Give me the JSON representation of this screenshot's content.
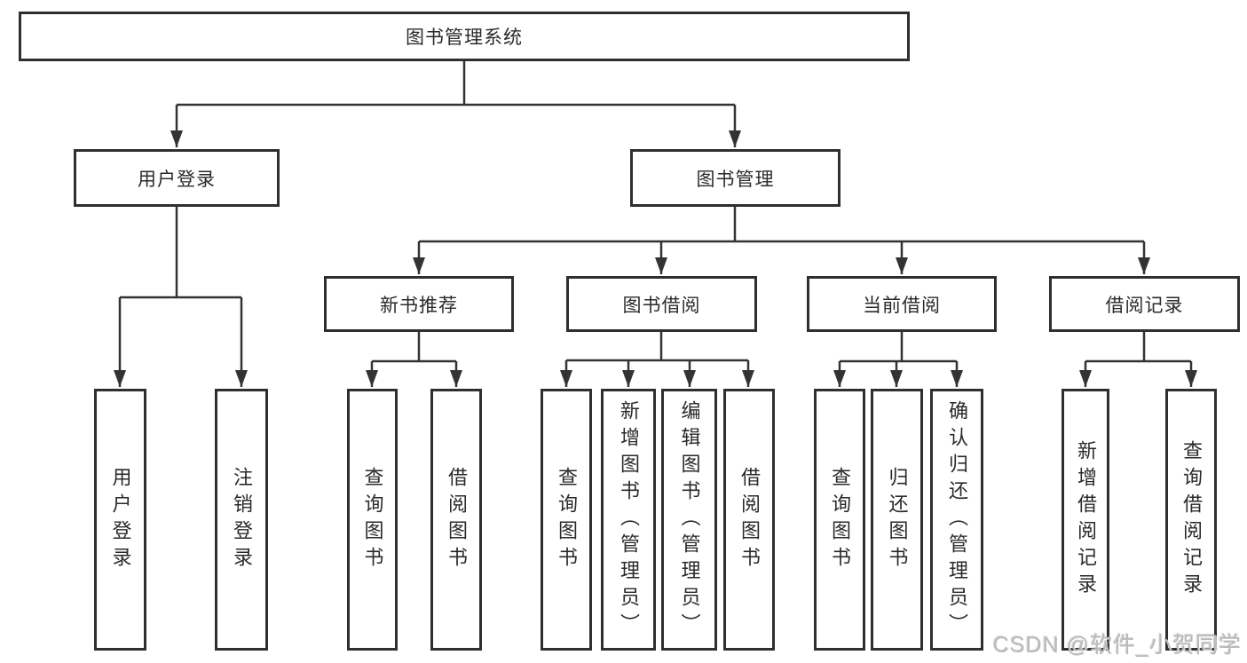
{
  "colors": {
    "background": "#ffffff",
    "box_fill": "#ffffff",
    "box_border": "#2f2f2f",
    "line": "#333333",
    "text": "#2a2a2a",
    "watermark": "#b9b9b9"
  },
  "watermark": {
    "text": "CSDN @软件_小贺同学"
  },
  "tree": {
    "root": {
      "label": "图书管理系统"
    },
    "branches": [
      {
        "label": "用户登录",
        "children": [
          {
            "label": "用户登录"
          },
          {
            "label": "注销登录"
          }
        ]
      },
      {
        "label": "图书管理",
        "children": [
          {
            "label": "新书推荐",
            "children": [
              {
                "label": "查询图书"
              },
              {
                "label": "借阅图书"
              }
            ]
          },
          {
            "label": "图书借阅",
            "children": [
              {
                "label": "查询图书"
              },
              {
                "label": "新增图书（管理员）"
              },
              {
                "label": "编辑图书（管理员）"
              },
              {
                "label": "借阅图书"
              }
            ]
          },
          {
            "label": "当前借阅",
            "children": [
              {
                "label": "查询图书"
              },
              {
                "label": "归还图书"
              },
              {
                "label": "确认归还（管理员）"
              }
            ]
          },
          {
            "label": "借阅记录",
            "children": [
              {
                "label": "新增借阅记录"
              },
              {
                "label": "查询借阅记录"
              }
            ]
          }
        ]
      }
    ]
  }
}
